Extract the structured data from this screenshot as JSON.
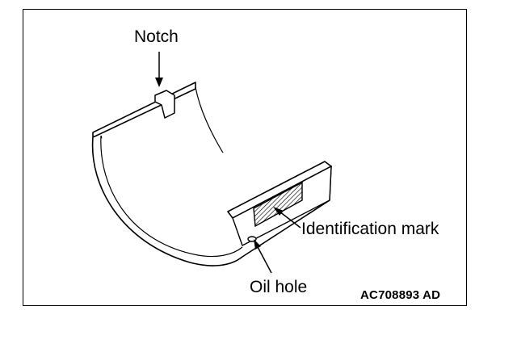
{
  "labels": {
    "notch": "Notch",
    "identification_mark": "Identification mark",
    "oil_hole": "Oil hole"
  },
  "figure_code": "AC708893 AD",
  "colors": {
    "line": "#000000",
    "background": "#ffffff"
  }
}
